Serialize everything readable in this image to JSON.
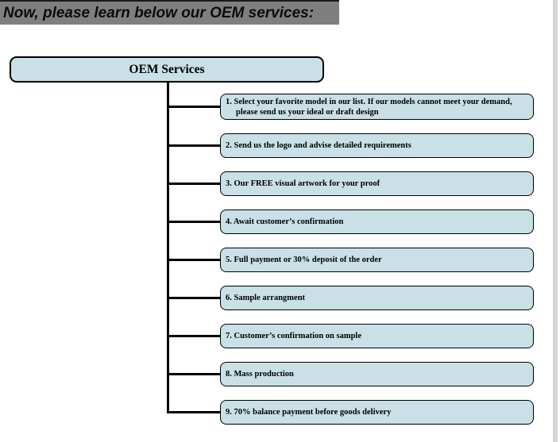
{
  "title": {
    "text": "Now, please learn below our OEM services:",
    "highlight_color": "#7f7f7f"
  },
  "flowchart": {
    "root_label": "OEM Services",
    "box_fill": "#c8e0e6",
    "line_color": "#000000",
    "steps": [
      "1. Select your favorite model in our list. If our models cannot meet your demand, please send us your ideal or draft design",
      "2. Send us the logo and advise detailed requirements",
      "3. Our FREE visual artwork for your proof",
      "4. Await customer’s confirmation",
      "5. Full payment or 30% deposit of the order",
      "6. Sample arrangment",
      "7. Customer’s confirmation on sample",
      "8. Mass production",
      "9. 70% balance payment before goods delivery"
    ]
  }
}
